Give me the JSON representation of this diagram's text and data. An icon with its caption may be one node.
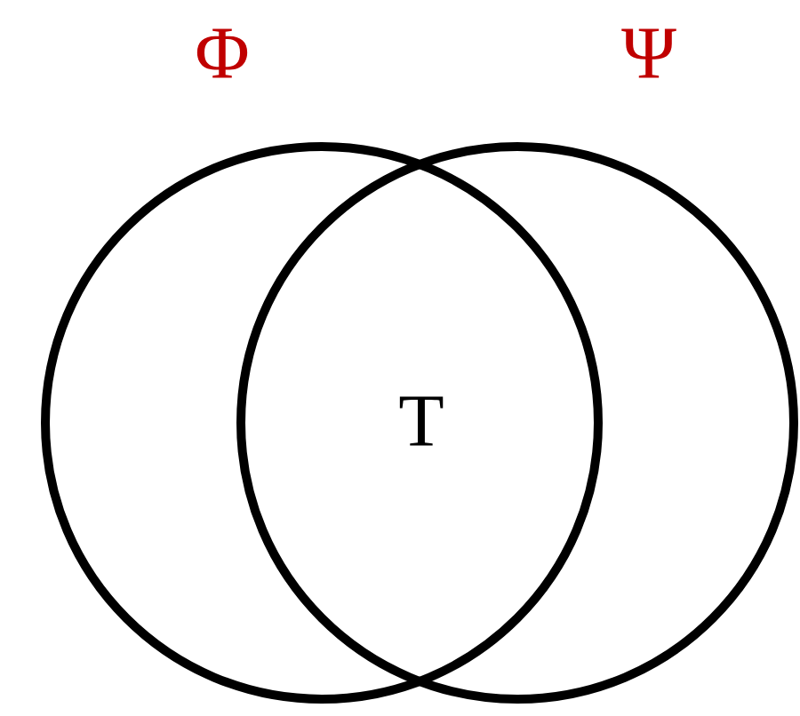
{
  "diagram": {
    "nodes": [
      {
        "text": [
          "Φ"
        ]
      },
      {
        "text": [
          "Ψ"
        ]
      }
    ],
    "labels": [
      "T"
    ]
  }
}
